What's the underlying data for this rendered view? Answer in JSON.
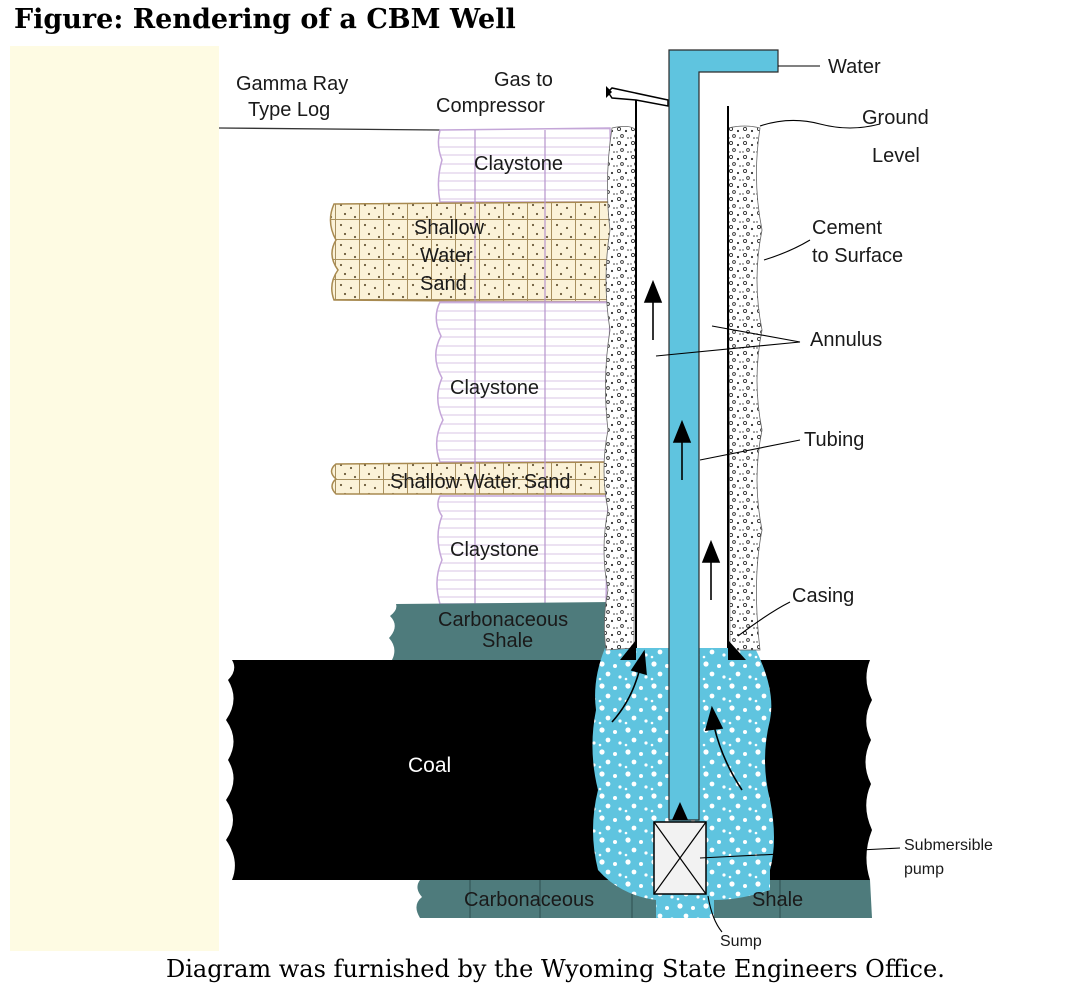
{
  "title": "Figure: Rendering of a CBM Well",
  "caption": "Diagram was furnished by the Wyoming State Engineers Office.",
  "labels": {
    "gamma_ray_1": "Gamma Ray",
    "gamma_ray_2": "Type Log",
    "gas_1": "Gas to",
    "gas_2": "Compressor",
    "water": "Water",
    "ground_1": "Ground",
    "ground_2": "Level",
    "claystone_top": "Claystone",
    "shallow_water_sand_1a": "Shallow",
    "shallow_water_sand_1b": "Water",
    "shallow_water_sand_1c": "Sand",
    "cement_1": "Cement",
    "cement_2": "to Surface",
    "annulus": "Annulus",
    "claystone_mid": "Claystone",
    "tubing": "Tubing",
    "shallow_water_sand_2": "Shallow Water Sand",
    "claystone_low": "Claystone",
    "casing": "Casing",
    "carb_shale_top_1": "Carbonaceous",
    "carb_shale_top_2": "Shale",
    "coal": "Coal",
    "submersible_1": "Submersible",
    "submersible_2": "pump",
    "carb_shale_bottom_1": "Carbonaceous",
    "carb_shale_bottom_2": "Shale",
    "sump": "Sump"
  },
  "colors": {
    "water_blue": "#5fc4df",
    "coal": "#000000",
    "shale": "#4e7b7c",
    "claystone_line": "#c4a6d8",
    "sand_fill": "#fbf2d8",
    "panel": "#fefbe3"
  }
}
